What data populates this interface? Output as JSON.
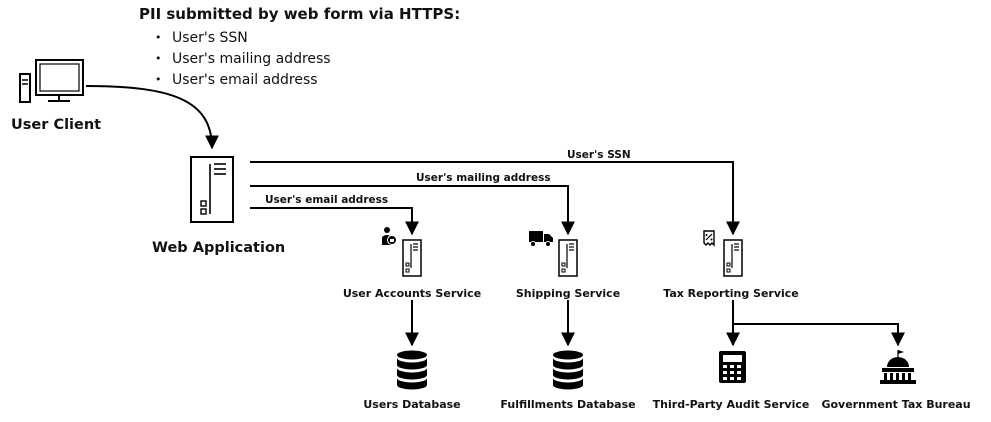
{
  "header": {
    "title": "PII submitted by web form via HTTPS:",
    "items": [
      "User's SSN",
      "User's mailing address",
      "User's email address"
    ]
  },
  "nodes": {
    "user_client": "User Client",
    "web_application": "Web Application",
    "user_accounts_service": "User Accounts Service",
    "shipping_service": "Shipping Service",
    "tax_reporting_service": "Tax Reporting Service",
    "users_database": "Users Database",
    "fulfillments_database": "Fulfillments Database",
    "third_party_audit_service": "Third-Party Audit Service",
    "government_tax_bureau": "Government Tax Bureau"
  },
  "flows": {
    "ssn": "User's SSN",
    "mailing_address": "User's mailing address",
    "email_address": "User's email address"
  },
  "icons": {
    "client": "desktop-computer-icon",
    "web_server": "server-icon",
    "user_accounts": "user-lock-icon",
    "shipping": "truck-icon",
    "tax": "tax-receipt-icon",
    "database": "database-icon",
    "audit": "calculator-icon",
    "bureau": "government-building-icon"
  }
}
